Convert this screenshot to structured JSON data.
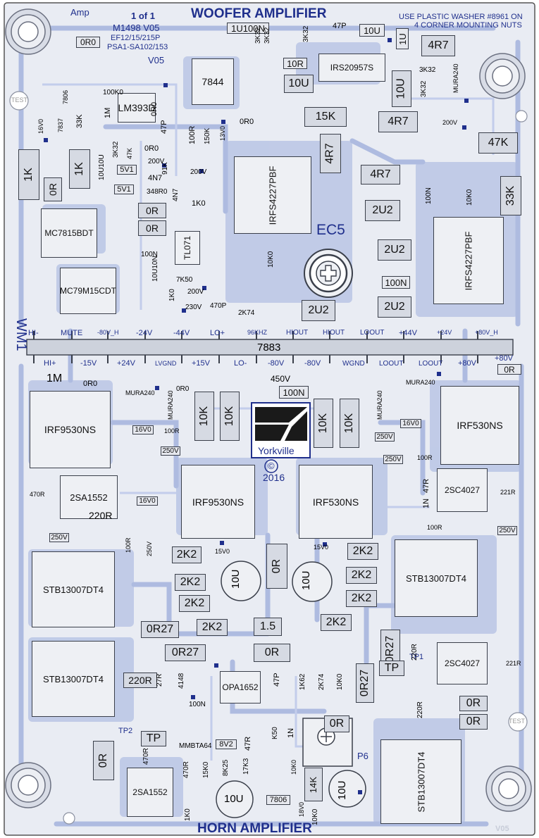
{
  "header": {
    "amp": "Amp",
    "sheet": "1 of 1",
    "title": "WOOFER AMPLIFIER",
    "washer_note_1": "USE PLASTIC WASHER #8961 ON",
    "washer_note_2": "4 CORNER MOUNTING NUTS",
    "model": "M1498 V05",
    "models_1": "EF12/15/215P",
    "models_2": "PSA1-SA102/153",
    "version": "V05"
  },
  "footer": {
    "title": "HORN AMPLIFIER",
    "version": "V05"
  },
  "logo": {
    "name": "Yorkville",
    "copyright": "©",
    "year": "2016"
  },
  "labels": {
    "ec5": "EC5",
    "connector": "7883",
    "wm1": "WM1",
    "p6": "P6",
    "tp1": "TP1",
    "tp2": "TP2",
    "test": "TEST",
    "m1": "1M",
    "v450": "450V"
  },
  "pins_top": [
    "HI-",
    "MUTE",
    "-80V_H",
    "-24V",
    "-44V",
    "LO+",
    "96KHZ",
    "HIOUT",
    "HIOUT",
    "LOOUT",
    "+44V",
    "+24V",
    "+80V_H"
  ],
  "pins_bottom": [
    "HI+",
    "-15V",
    "+24V",
    "LVGND",
    "+15V",
    "LO-",
    "-80V",
    "-80V",
    "WGND",
    "LOOUT",
    "LOOUT",
    "+80V",
    "+80V"
  ],
  "parts": {
    "ic_lm393": "LM393D",
    "ic_7844": "7844",
    "ic_irs": "IRS20957S",
    "ic_irfs1": "IRFS4227PBF",
    "ic_irfs2": "IRFS4227PBF",
    "ic_mc78": "MC7815BDT",
    "ic_mc79": "MC79M15CDT",
    "ic_tl071": "TL071",
    "ic_irf9530a": "IRF9530NS",
    "ic_irf9530b": "IRF9530NS",
    "ic_irf530a": "IRF530NS",
    "ic_irf530b": "IRF530NS",
    "ic_2sa1552a": "2SA1552",
    "ic_2sa1552b": "2SA1552",
    "ic_2sc4027a": "2SC4027",
    "ic_2sc4027b": "2SC4027",
    "ic_stb1": "STB13007DT4",
    "ic_stb2": "STB13007DT4",
    "ic_stb3": "STB13007DT4",
    "ic_stb4": "STB13007DT4",
    "ic_opa": "OPA1652",
    "r_4r7a": "4R7",
    "r_4r7b": "4R7",
    "r_4r7c": "4R7",
    "r_4r7d": "4R7",
    "r_15k": "15K",
    "r_47k": "47K",
    "r_33k": "33K",
    "r_1ka": "1K",
    "r_1kb": "1K",
    "r_0r_a": "0R",
    "r_0r_b": "0R",
    "r_0r_c": "0R",
    "r_0r_d": "0R",
    "r_0r_e": "0R",
    "r_0r_f": "0R",
    "r_0r_g": "0R",
    "r_0r_h": "0R",
    "r_0r_i": "0R",
    "r_0r_j": "0R",
    "r_10ka": "10K",
    "r_10kb": "10K",
    "r_10kc": "10K",
    "r_10kd": "10K",
    "c_2u2a": "2U2",
    "c_2u2b": "2U2",
    "c_2u2c": "2U2",
    "c_2u2d": "2U2",
    "c_100na": "100N",
    "c_100nb": "100N",
    "c_10u_a": "10U",
    "c_10u_b": "10U",
    "c_10u_c": "10U",
    "c_10u_d": "10U",
    "c_10u_e": "10U",
    "c_10u_f": "10U",
    "c_10u_g": "10U",
    "c_1u": "1U",
    "c_1u100n": "1U100N",
    "r_10r": "10R",
    "r_2k2a": "2K2",
    "r_2k2b": "2K2",
    "r_2k2c": "2K2",
    "r_2k2d": "2K2",
    "r_2k2e": "2K2",
    "r_2k2f": "2K2",
    "r_2k2g": "2K2",
    "r_2k2h": "2K2",
    "r_0r27a": "0R27",
    "r_0r27b": "0R27",
    "r_0r27c": "0R27",
    "r_0r27d": "0R27",
    "r_15": "1.5",
    "r_220ra": "220R",
    "r_220rb": "220R",
    "r_14k": "14K",
    "tp_a": "TP",
    "tp_b": "TP",
    "c_47p": "47P",
    "r_0r0a": "0R0",
    "r_0r0b": "0R0",
    "r_0r0c": "0R0",
    "r_0r0d": "0R0",
    "r_100r": "100R",
    "r_3k32a": "3K32",
    "r_3k32b": "3K32",
    "r_3k32c": "3K32",
    "r_3k32d": "3K32",
    "r_3k32e": "3K32",
    "mura_a": "MURA240",
    "mura_b": "MURA240",
    "mura_c": "MURA240",
    "mura_d": "MURA240",
    "mura_e": "MURA240",
    "r_100k0": "100K0",
    "r_1m": "1M",
    "r_33k_s": "33K",
    "r_7806": "7806",
    "r_7837": "7837",
    "r_16v0": "16V0",
    "r_3k32_s": "3K32",
    "r_47k_s": "47K",
    "r_10u10u": "10U10U",
    "r_5v1a": "5V1",
    "r_5v1b": "5V1",
    "r_200va": "200V",
    "r_200vb": "200V",
    "r_91k": "91K",
    "r_47p_s": "47P",
    "r_100r_s": "100R",
    "r_150k": "150K",
    "r_13v0": "13V0",
    "r_4n7a": "4N7",
    "r_4n7b": "4N7",
    "r_348r0": "348R0",
    "r_1k0a": "1K0",
    "r_100n_s": "100N",
    "r_10u10n": "10U10N",
    "r_7k50": "7K50",
    "r_200vc": "200V",
    "r_1k0b": "1K0",
    "r_230v": "230V",
    "r_470p": "470P",
    "r_2k74": "2K74",
    "r_10k0a": "10K0",
    "r_10k0b": "10K0",
    "r_100n_m": "100N",
    "r_200v_r": "200V",
    "r_16v0b": "16V0",
    "r_250va": "250V",
    "r_250vb": "250V",
    "r_250vc": "250V",
    "r_250vd": "250V",
    "r_100rb": "100R",
    "r_100rc": "100R",
    "r_470r": "470R",
    "r_16v0c": "16V0",
    "r_16v0d": "16V0",
    "r_47r": "47R",
    "r_1n": "1N",
    "r_100rd": "100R",
    "r_221r": "221R",
    "r_221rb": "221R",
    "r_250ve": "250V",
    "r_100re": "100R",
    "r_250vf": "250V",
    "r_15v0a": "15V0",
    "r_15v0b": "15V0",
    "r_27r": "27R",
    "r_4148": "4148",
    "r_100n_b": "100N",
    "r_47p_b": "47P",
    "r_1k62": "1K62",
    "r_2k74b": "2K74",
    "r_10k0c": "10K0",
    "r_k50": "K50",
    "r_1n_b": "1N",
    "r_220rc": "220R",
    "r_mmbta": "MMBTA64",
    "r_8v2": "8V2",
    "r_47r_b": "47R",
    "r_470r_b": "470R",
    "r_15k0": "15K0",
    "r_8k25": "8K25",
    "r_17k3": "17K3",
    "r_10k0d": "10K0",
    "r_470r_c": "470R",
    "r_1k0c": "1K0",
    "r_7806b": "7806",
    "r_18v0": "18V0",
    "r_10k0e": "10K0",
    "r_0r0e": "0R0",
    "r_0r0f": "0R0"
  }
}
